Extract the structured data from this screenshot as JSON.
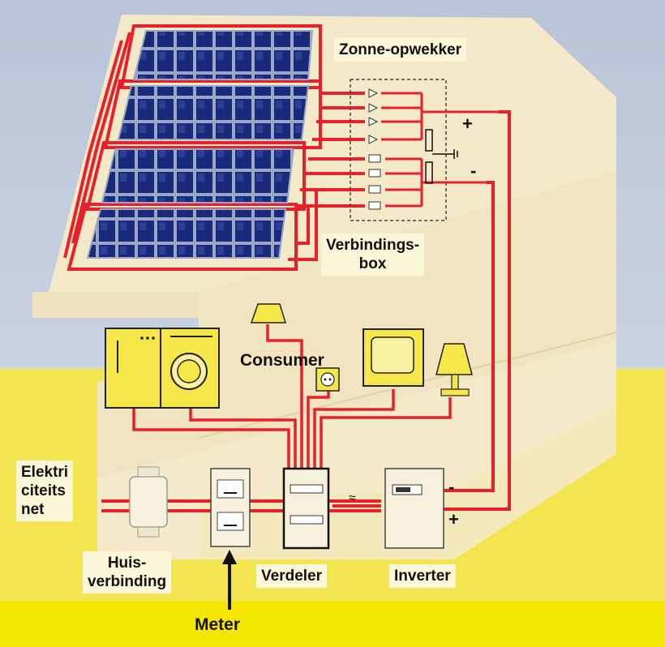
{
  "labels": {
    "solar_generator": "Zonne-opwekker",
    "junction_box": "Verbindings-\nbox",
    "consumer": "Consumer",
    "grid": "Elektri\nciteits\nnet",
    "house_connection": "Huis-\nverbinding",
    "meter": "Meter",
    "distributor": "Verdeler",
    "inverter": "Inverter"
  },
  "polarity": {
    "top_plus": "+",
    "top_minus": "-",
    "inverter_minus": "-",
    "inverter_plus": "+",
    "ac_symbol": "≈"
  },
  "colors": {
    "wire": "#e8202a",
    "panel_cell": "#1a2a7a",
    "device_yellow": "#f5e64a",
    "wall": "#f2e6c4",
    "ground": "#f3e54f"
  }
}
